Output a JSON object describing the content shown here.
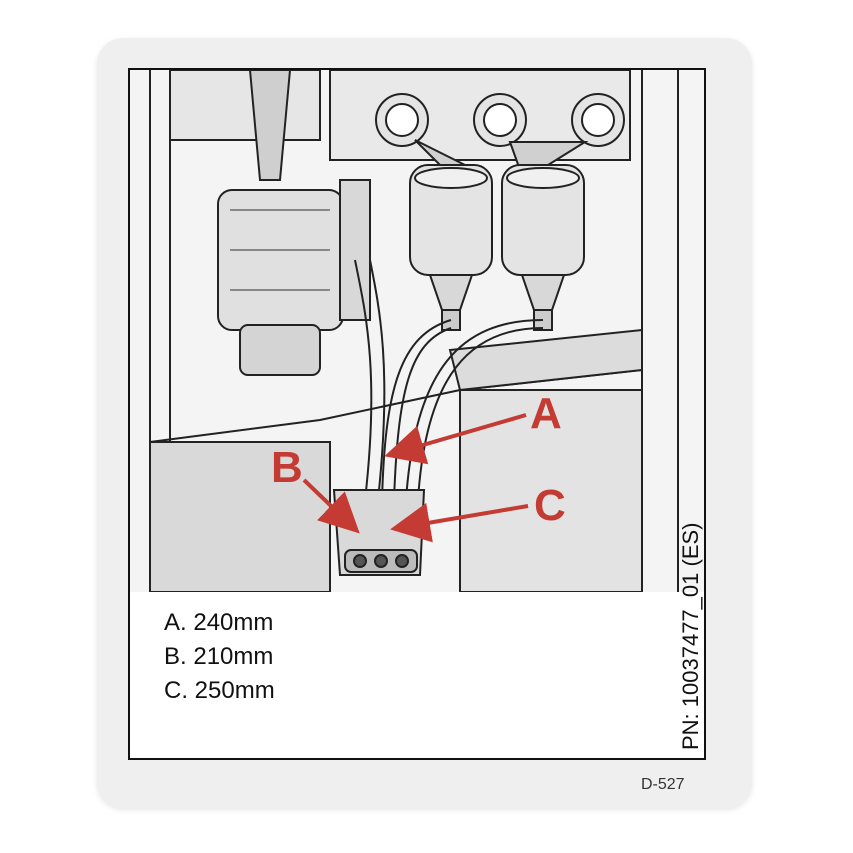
{
  "diagram": {
    "callouts": [
      {
        "letter": "A"
      },
      {
        "letter": "B"
      },
      {
        "letter": "C"
      }
    ],
    "legend": [
      "A. 240mm",
      "B. 210mm",
      "C. 250mm"
    ],
    "part_number": "PN: 10037477_01 (ES)",
    "label_code": "D-527",
    "colors": {
      "callout": "#c43b33",
      "line": "#222222",
      "card": "#efefef"
    }
  }
}
